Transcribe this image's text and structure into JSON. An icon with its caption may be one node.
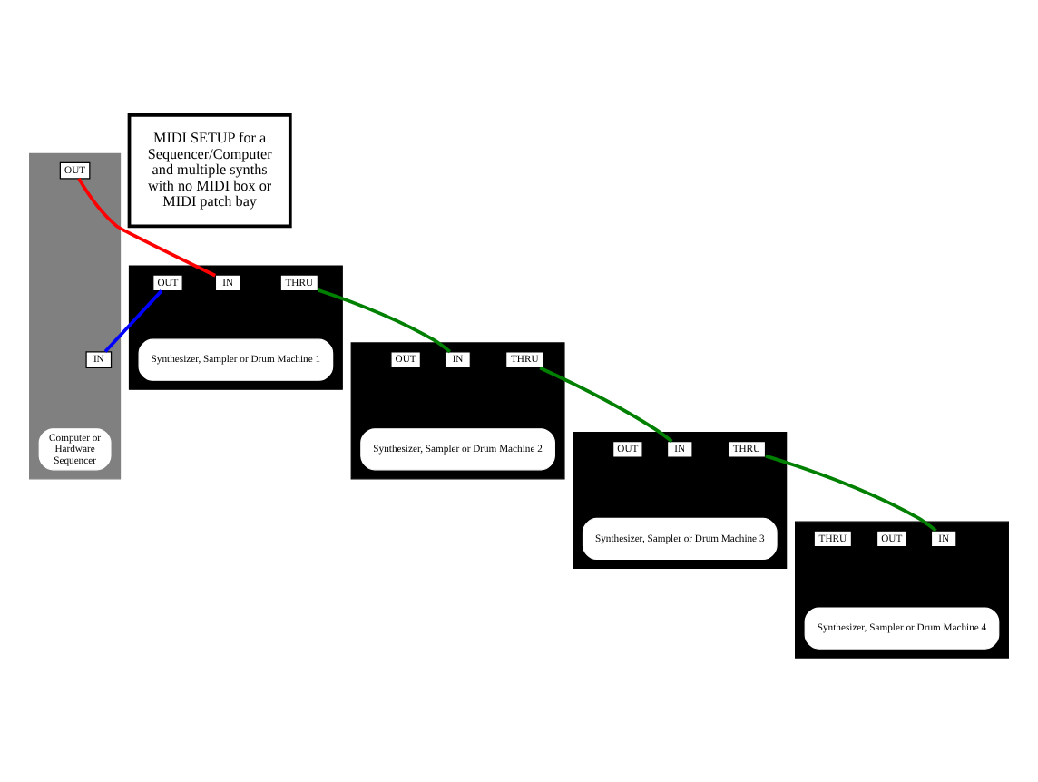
{
  "diagram": {
    "nodes": [
      {
        "text": [],
        "shape": "box"
      },
      {
        "text": [
          "IN"
        ],
        "in": 0
      },
      {
        "text": [
          "OUT"
        ],
        "in": 0
      },
      {
        "text": [
          "Computer or Hardware Sequencer"
        ],
        "in": 0
      },
      {
        "text": [],
        "shape": "box"
      },
      {
        "text": [
          "IN"
        ],
        "in": 4
      },
      {
        "text": [
          "OUT"
        ],
        "in": 4
      },
      {
        "text": [
          "THRU"
        ],
        "in": 4
      },
      {
        "text": [
          "Synthesizer, Sampler or Drum Machine 1"
        ],
        "in": 4
      },
      {
        "text": [],
        "shape": "box"
      },
      {
        "text": [
          "IN"
        ],
        "in": 9
      },
      {
        "text": [
          "OUT"
        ],
        "in": 9
      },
      {
        "text": [
          "THRU"
        ],
        "in": 9
      },
      {
        "text": [
          "Synthesizer, Sampler or Drum Machine 2"
        ],
        "in": 9
      },
      {
        "text": [],
        "shape": "box"
      },
      {
        "text": [
          "IN"
        ],
        "in": 14
      },
      {
        "text": [
          "OUT"
        ],
        "in": 14
      },
      {
        "text": [
          "THRU"
        ],
        "in": 14
      },
      {
        "text": [
          "Synthesizer, Sampler or Drum Machine 3"
        ],
        "in": 14
      },
      {
        "text": [],
        "shape": "box"
      },
      {
        "text": [
          "IN"
        ],
        "in": 19
      },
      {
        "text": [
          "OUT"
        ],
        "in": 19
      },
      {
        "text": [
          "THRU"
        ],
        "in": 19
      },
      {
        "text": [
          "Synthesizer, Sampler or Drum Machine 4"
        ],
        "in": 19
      },
      {
        "text": [
          "MIDI SETUP for a Sequencer/Computer and multiple synths with no MIDI box or MIDI patch bay"
        ]
      }
    ],
    "edges": [
      {
        "from": 2,
        "to": 5,
        "arrow": "none",
        "color": "#ff0000"
      },
      {
        "from": 6,
        "to": 1,
        "arrow": "none",
        "color": "#0000ff"
      },
      {
        "from": 7,
        "to": 10,
        "arrow": "none"
      },
      {
        "from": 12,
        "to": 15,
        "arrow": "none"
      },
      {
        "from": 17,
        "to": 20,
        "arrow": "none"
      }
    ]
  }
}
